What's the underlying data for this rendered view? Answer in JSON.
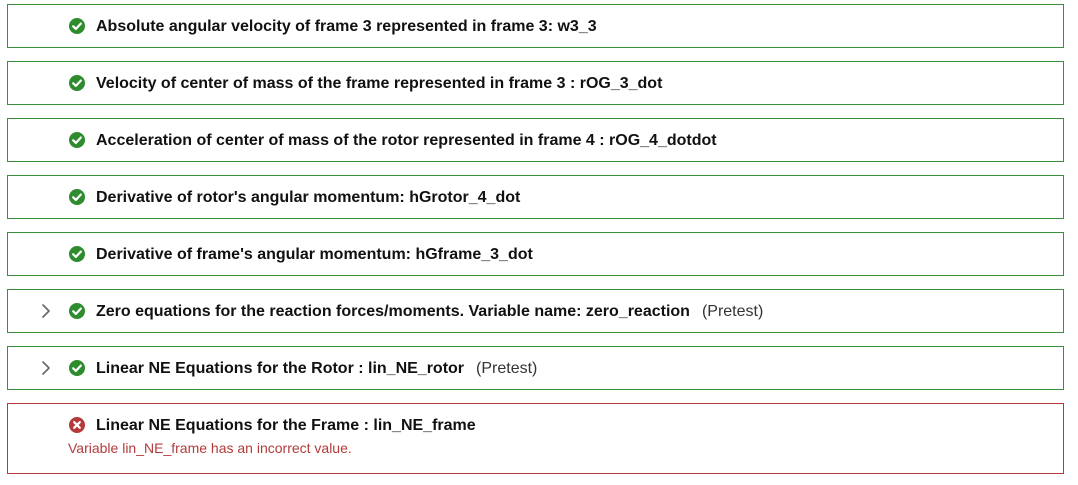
{
  "results": [
    {
      "title": "Absolute angular velocity of frame 3 represented in frame 3: w3_3",
      "status": "pass",
      "expandable": false,
      "tag": ""
    },
    {
      "title": "Velocity of center of mass of the frame represented in frame 3 : rOG_3_dot",
      "status": "pass",
      "expandable": false,
      "tag": ""
    },
    {
      "title": "Acceleration of center of mass of the rotor represented in frame 4 : rOG_4_dotdot",
      "status": "pass",
      "expandable": false,
      "tag": ""
    },
    {
      "title": "Derivative of rotor's angular momentum: hGrotor_4_dot",
      "status": "pass",
      "expandable": false,
      "tag": ""
    },
    {
      "title": "Derivative of frame's angular momentum: hGframe_3_dot",
      "status": "pass",
      "expandable": false,
      "tag": ""
    },
    {
      "title": "Zero equations for the reaction forces/moments. Variable name: zero_reaction",
      "status": "pass",
      "expandable": true,
      "tag": "(Pretest)"
    },
    {
      "title": "Linear NE Equations for the Rotor : lin_NE_rotor",
      "status": "pass",
      "expandable": true,
      "tag": "(Pretest)"
    },
    {
      "title": "Linear NE Equations for the Frame : lin_NE_frame",
      "status": "fail",
      "expandable": false,
      "tag": "",
      "error": "Variable lin_NE_frame has an incorrect value."
    }
  ],
  "colors": {
    "pass": "#2e8b2e",
    "pass_border": "#3a8f3a",
    "fail": "#b43a3a"
  },
  "icons": {
    "pass": "check-circle-icon",
    "fail": "x-circle-icon",
    "expand": "chevron-right-icon"
  }
}
